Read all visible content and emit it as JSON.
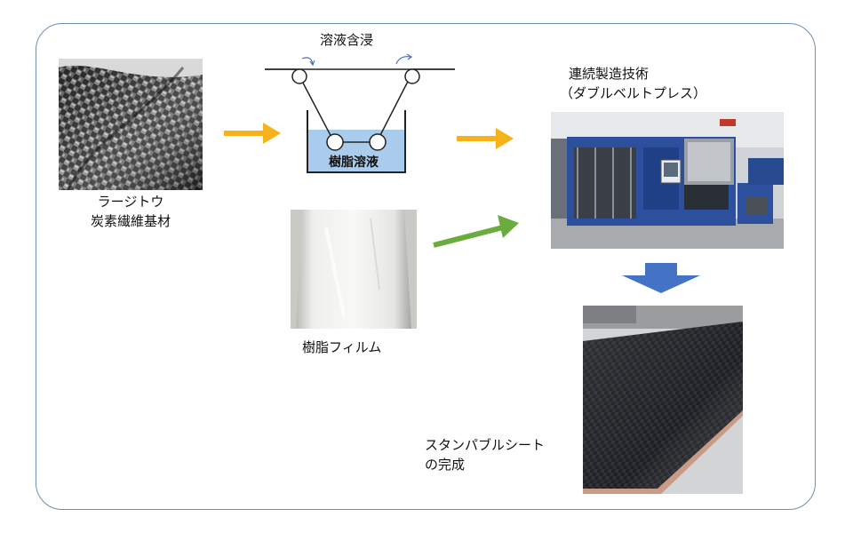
{
  "labels": {
    "carbon_line1": "ラージトウ",
    "carbon_line2": "炭素繊維基材",
    "impregnation": "溶液含浸",
    "resin_solution": "樹脂溶液",
    "resin_film": "樹脂フィルム",
    "continuous_line1": "連続製造技術",
    "continuous_line2": "（ダブルベルトプレス）",
    "stampable_line1": "スタンパブルシート",
    "stampable_line2": "の完成"
  },
  "colors": {
    "frame_border": "#6f8fb0",
    "arrow_orange": "#f5b21b",
    "arrow_green": "#6aac3e",
    "arrow_blue": "#4472c4",
    "tank_fill": "#a9cbec"
  },
  "icons": {
    "process_arrow": "arrow-right-icon",
    "down_arrow": "arrow-down-icon"
  }
}
